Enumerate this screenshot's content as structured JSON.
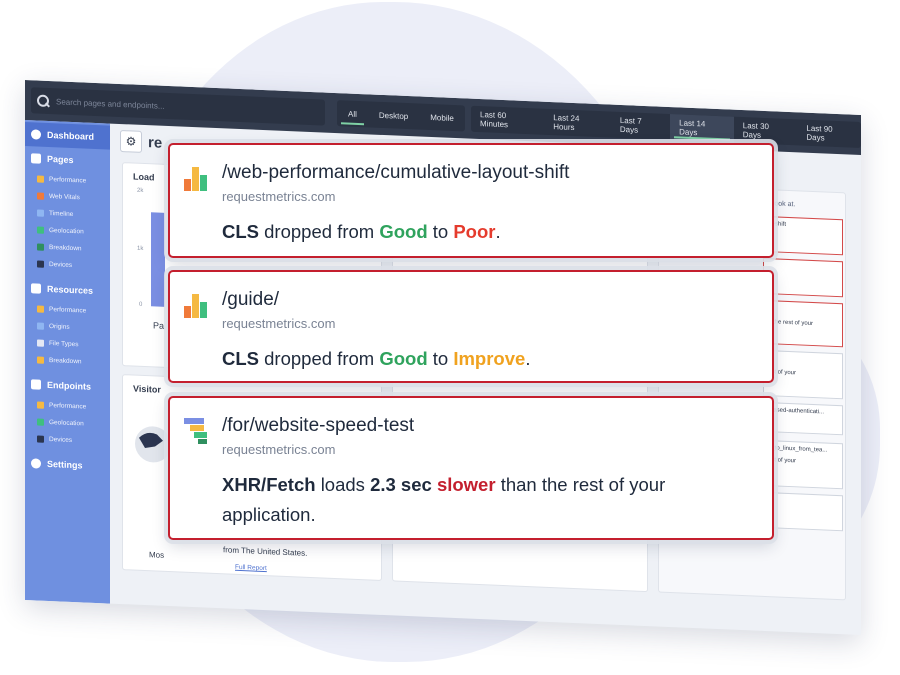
{
  "search": {
    "placeholder": "Search pages and endpoints..."
  },
  "device_filter": [
    "All",
    "Desktop",
    "Mobile"
  ],
  "device_selected": "All",
  "time_filter": [
    "Last 60 Minutes",
    "Last 24 Hours",
    "Last 7 Days",
    "Last 14 Days",
    "Last 30 Days",
    "Last 90 Days"
  ],
  "time_selected": "Last 14 Days",
  "sidebar": {
    "dashboard": "Dashboard",
    "pages": {
      "label": "Pages",
      "items": [
        "Performance",
        "Web Vitals",
        "Timeline",
        "Geolocation",
        "Breakdown",
        "Devices"
      ]
    },
    "resources": {
      "label": "Resources",
      "items": [
        "Performance",
        "Origins",
        "File Types",
        "Breakdown"
      ]
    },
    "endpoints": {
      "label": "Endpoints",
      "items": [
        "Performance",
        "Geolocation",
        "Devices"
      ]
    },
    "settings": "Settings"
  },
  "main": {
    "page_title": "re",
    "load_card": {
      "title": "Load",
      "y_ticks": [
        "2k",
        "1k",
        "0"
      ],
      "label": "Pa"
    },
    "visitors_card": {
      "title": "Visitor",
      "text_start": "Mos",
      "text_end": "from The United States.",
      "link": "Full Report"
    },
    "right_list": {
      "hint": "to look at.",
      "items": [
        "ut-shift",
        "",
        "n the rest of your",
        "est of your",
        "-based-authenticati...",
        "n_to_linux_from_tea...",
        "est of your"
      ]
    }
  },
  "alerts": [
    {
      "path": "/web-performance/cumulative-layout-shift",
      "domain": "requestmetrics.com",
      "metric": "CLS",
      "text1": "dropped from",
      "from": "Good",
      "text2": "to",
      "to": "Poor",
      "end": "."
    },
    {
      "path": "/guide/",
      "domain": "requestmetrics.com",
      "metric": "CLS",
      "text1": "dropped from",
      "from": "Good",
      "text2": "to",
      "to": "Improve",
      "end": "."
    },
    {
      "path": "/for/website-speed-test",
      "domain": "requestmetrics.com",
      "metric": "XHR/Fetch",
      "text1": "loads",
      "amount": "2.3 sec",
      "direction": "slower",
      "text2": "than the rest of your application."
    }
  ],
  "colors": {
    "alert_border": "#c41f2e",
    "good": "#2fa35d",
    "poor": "#e53b2d",
    "improve": "#f0a21f",
    "sidebar": "#6f90e0",
    "topbar": "#333c4e"
  }
}
